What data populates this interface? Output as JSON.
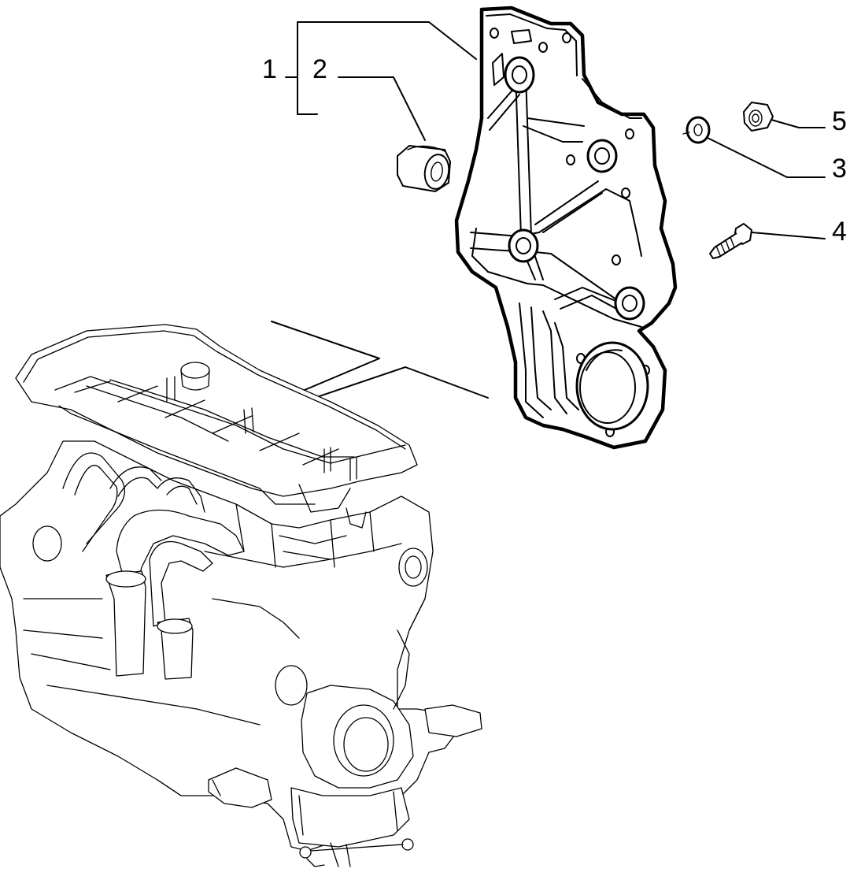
{
  "callouts": [
    {
      "id": "1",
      "label": "1",
      "part": "bracket-assembly"
    },
    {
      "id": "2",
      "label": "2",
      "part": "bushing"
    },
    {
      "id": "3",
      "label": "3",
      "part": "washer"
    },
    {
      "id": "4",
      "label": "4",
      "part": "bolt"
    },
    {
      "id": "5",
      "label": "5",
      "part": "nut"
    }
  ]
}
